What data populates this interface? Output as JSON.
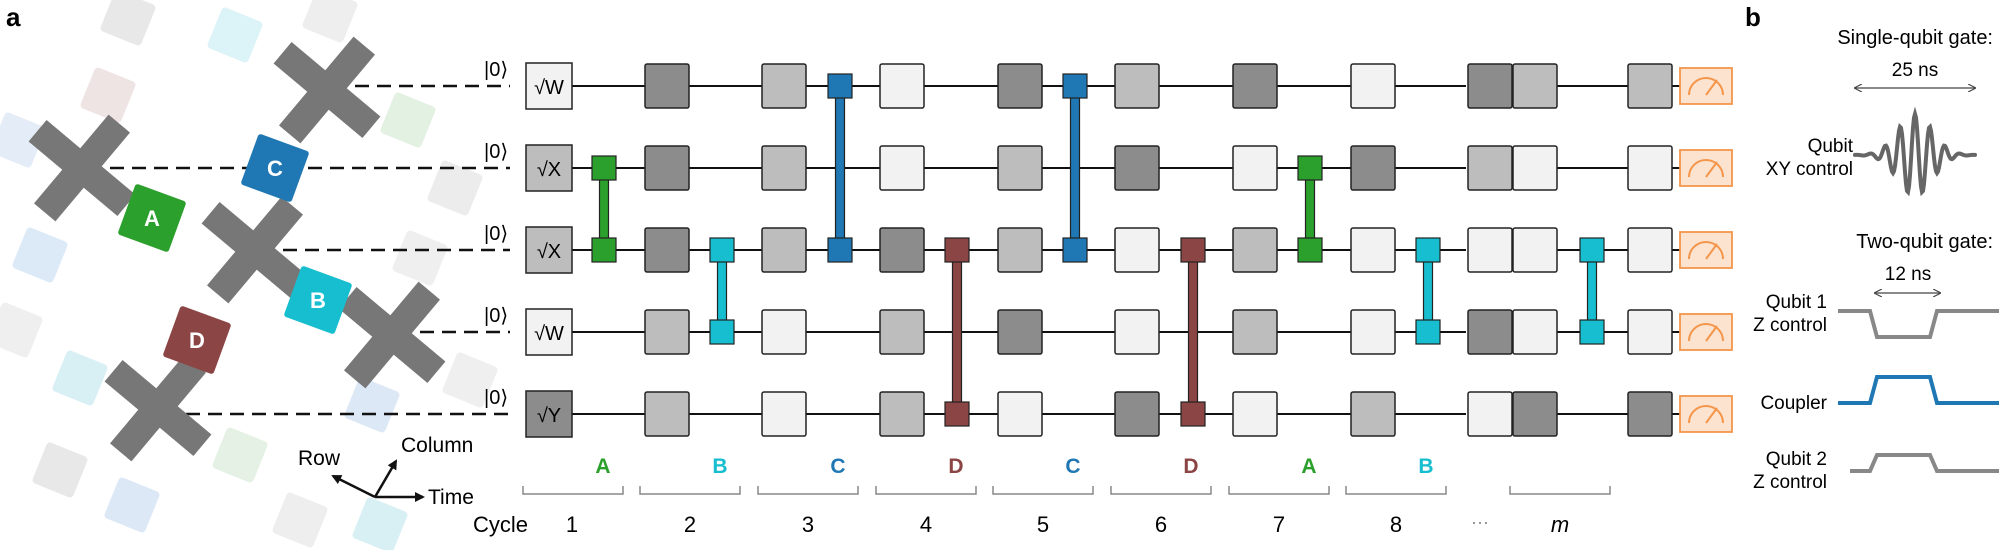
{
  "panels": {
    "a": "a",
    "b": "b"
  },
  "colors": {
    "A": "#2ca02c",
    "B": "#17becf",
    "C": "#1f77b4",
    "D": "#8c4545",
    "dark": "#8c8c8c",
    "mid": "#bdbdbd",
    "light": "#f2f2f2",
    "measure_fill": "#fbe3cf",
    "measure_stroke": "#f4954a",
    "cross": "#777777"
  },
  "lattice": {
    "A": "A",
    "B": "B",
    "C": "C",
    "D": "D"
  },
  "axes": {
    "row": "Row",
    "column": "Column",
    "time": "Time"
  },
  "qubits": [
    {
      "ket": "|0⟩",
      "init": "√W",
      "shade": "light"
    },
    {
      "ket": "|0⟩",
      "init": "√X",
      "shade": "mid"
    },
    {
      "ket": "|0⟩",
      "init": "√X",
      "shade": "mid"
    },
    {
      "ket": "|0⟩",
      "init": "√W",
      "shade": "light"
    },
    {
      "ket": "|0⟩",
      "init": "√Y",
      "shade": "dark"
    }
  ],
  "gate_columns": [
    {
      "shades": [
        "dark",
        "dark",
        "dark",
        "mid",
        "mid"
      ]
    },
    {
      "shades": [
        "mid",
        "mid",
        "mid",
        "light",
        "light"
      ]
    },
    {
      "shades": [
        "light",
        "light",
        "dark",
        "mid",
        "mid"
      ]
    },
    {
      "shades": [
        "dark",
        "mid",
        "mid",
        "dark",
        "light"
      ]
    },
    {
      "shades": [
        "mid",
        "dark",
        "light",
        "light",
        "dark"
      ]
    },
    {
      "shades": [
        "dark",
        "light",
        "mid",
        "mid",
        "light"
      ]
    },
    {
      "shades": [
        "light",
        "dark",
        "light",
        "light",
        "mid"
      ]
    },
    {
      "shades": [
        "dark",
        "mid",
        "light",
        "dark",
        "light"
      ]
    },
    {
      "shades": [
        "mid",
        "light",
        "light",
        "light",
        "dark"
      ]
    }
  ],
  "couplers": [
    {
      "label": "A",
      "rows": [
        1,
        2
      ]
    },
    {
      "label": "B",
      "rows": [
        2,
        3
      ]
    },
    {
      "label": "C",
      "rows": [
        0,
        2
      ]
    },
    {
      "label": "D",
      "rows": [
        2,
        4
      ]
    },
    {
      "label": "C",
      "rows": [
        0,
        2
      ]
    },
    {
      "label": "D",
      "rows": [
        2,
        4
      ]
    },
    {
      "label": "A",
      "rows": [
        1,
        2
      ]
    },
    {
      "label": "B",
      "rows": [
        2,
        3
      ]
    },
    {
      "label": "B",
      "rows": [
        2,
        3
      ]
    }
  ],
  "cycle_header": "Cycle",
  "cycles": [
    {
      "num": "1",
      "label": "A"
    },
    {
      "num": "2",
      "label": "B"
    },
    {
      "num": "3",
      "label": "C"
    },
    {
      "num": "4",
      "label": "D"
    },
    {
      "num": "5",
      "label": "C"
    },
    {
      "num": "6",
      "label": "D"
    },
    {
      "num": "7",
      "label": "A"
    },
    {
      "num": "8",
      "label": "B"
    },
    {
      "num": "m",
      "label": ""
    }
  ],
  "ellipsis": "···",
  "panel_b": {
    "single_title": "Single-qubit gate:",
    "single_duration": "25 ns",
    "xy_label_1": "Qubit",
    "xy_label_2": "XY control",
    "two_title": "Two-qubit gate:",
    "two_duration": "12 ns",
    "q1_label_1": "Qubit 1",
    "q1_label_2": "Z control",
    "coupler_label": "Coupler",
    "q2_label_1": "Qubit 2",
    "q2_label_2": "Z control"
  }
}
